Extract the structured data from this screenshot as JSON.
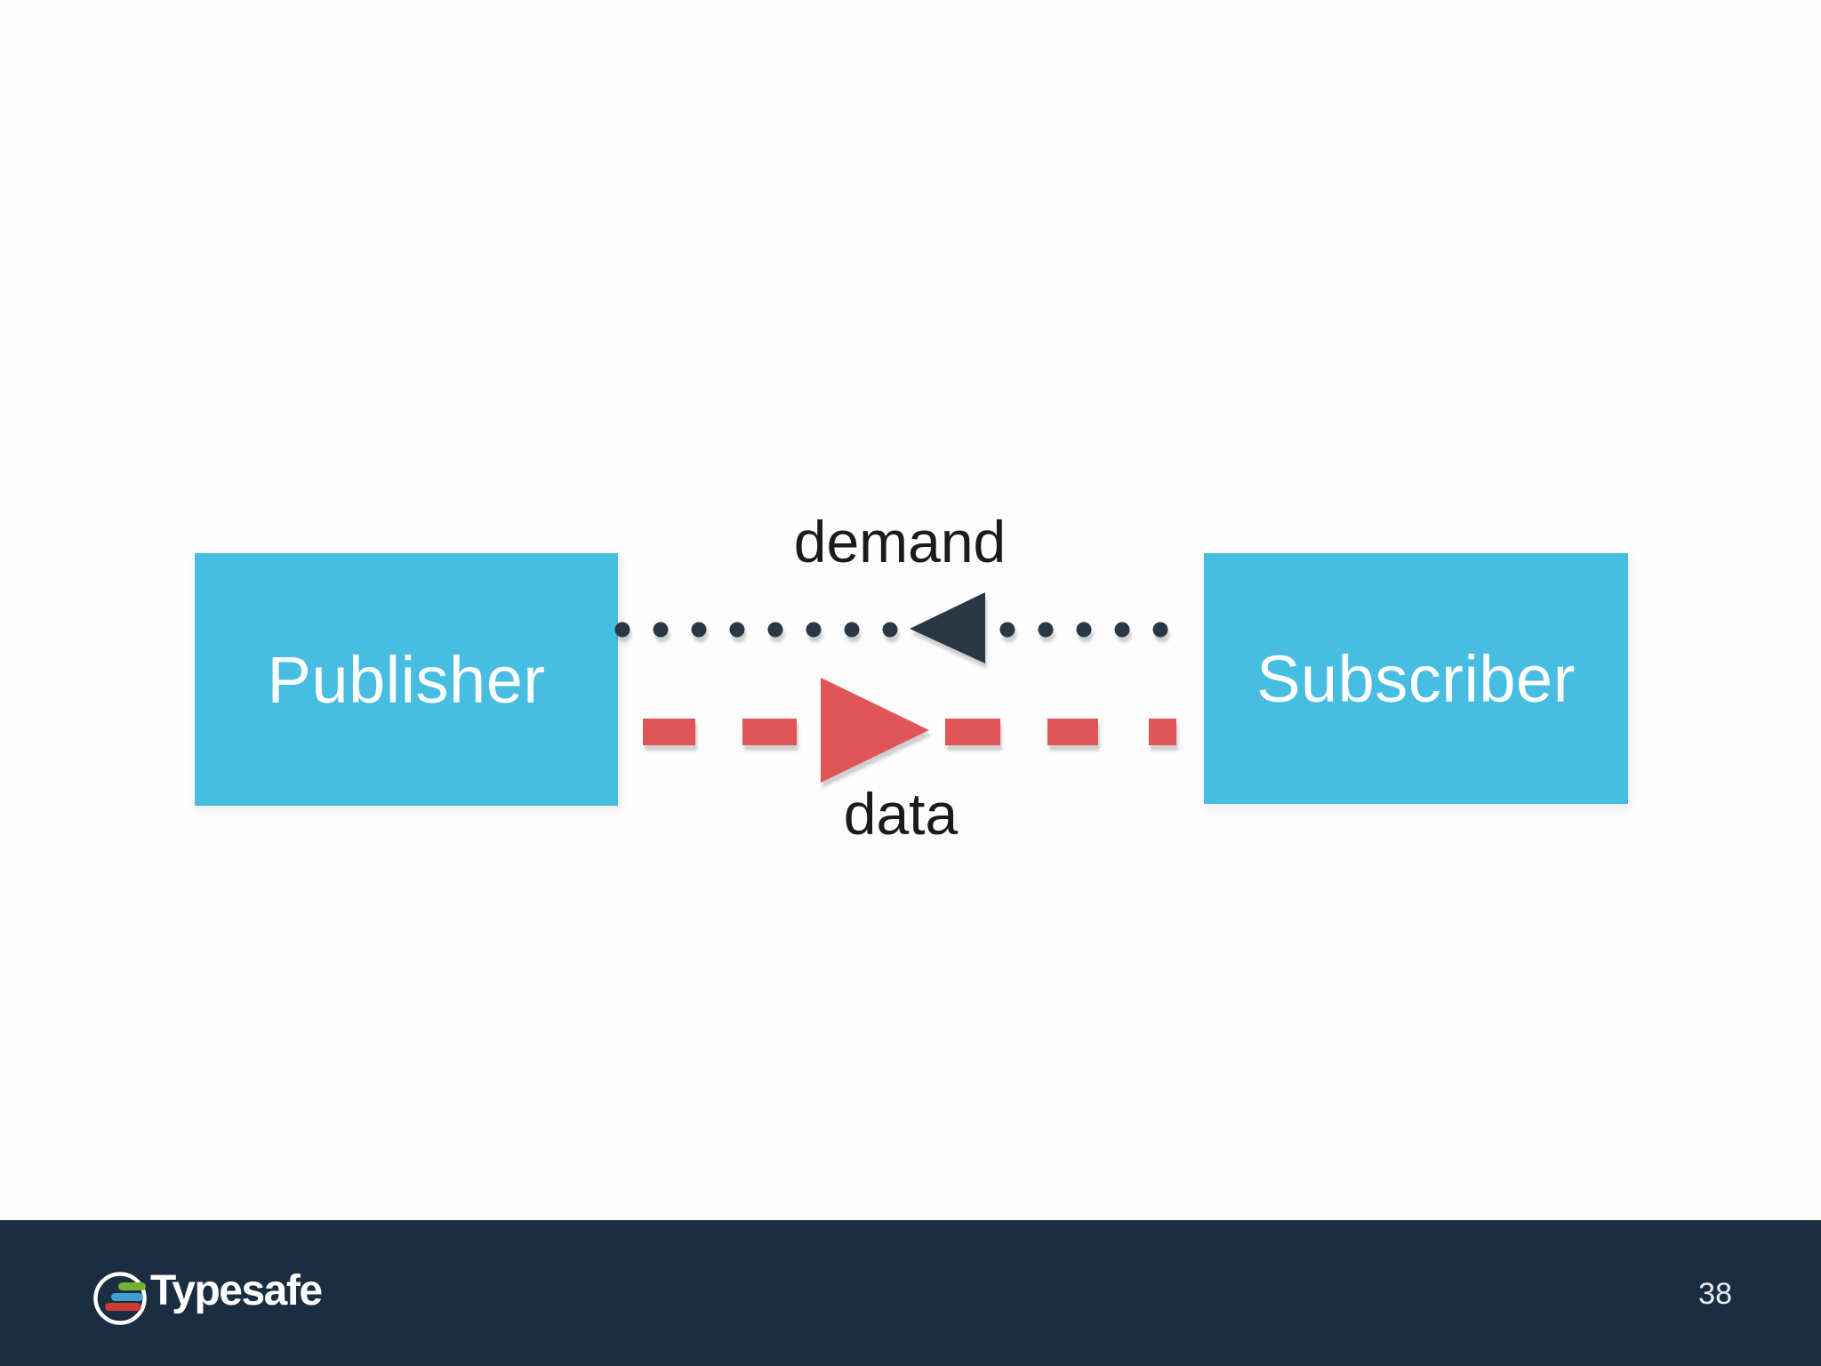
{
  "slide": {
    "background_color": "#fdfdfd",
    "page_number": "38"
  },
  "diagram": {
    "nodes": [
      {
        "id": "publisher",
        "label": "Publisher",
        "fill_color": "#47BDE2",
        "text_color": "#ffffff"
      },
      {
        "id": "subscriber",
        "label": "Subscriber",
        "fill_color": "#47BDE2",
        "text_color": "#ffffff"
      }
    ],
    "flows": [
      {
        "id": "demand",
        "label": "demand",
        "from": "subscriber",
        "to": "publisher",
        "direction": "left",
        "line_style": "dotted",
        "color": "#2C3945"
      },
      {
        "id": "data",
        "label": "data",
        "from": "publisher",
        "to": "subscriber",
        "direction": "right",
        "line_style": "dashed",
        "color": "#E05659"
      }
    ]
  },
  "footer": {
    "logo_text": "Typesafe",
    "page_number": "38",
    "bar_color": "#1B2E41",
    "logo_colors": {
      "green": "#73B22E",
      "blue": "#3F9FD0",
      "red": "#CE3B33",
      "ring": "#ffffff"
    }
  }
}
